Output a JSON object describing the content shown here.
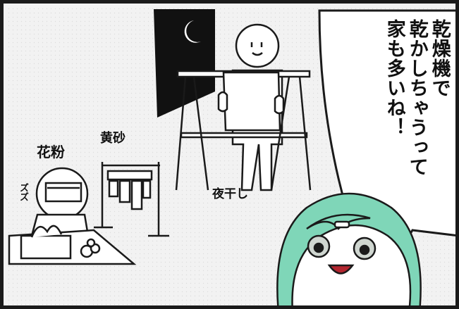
{
  "speech": {
    "line1": "乾燥機で",
    "line2": "乾かしちゃうって",
    "line3": "家も多いね！"
  },
  "labels": {
    "pollen": "花粉",
    "sniffle": "ズズ",
    "yellow_sand": "黄砂",
    "night_drying": "夜干し"
  },
  "colors": {
    "background": "#f2f2f2",
    "hair": "#7fd6b8",
    "night_window": "#111111",
    "moon": "#ffffff",
    "outline": "#1a1a1a"
  }
}
